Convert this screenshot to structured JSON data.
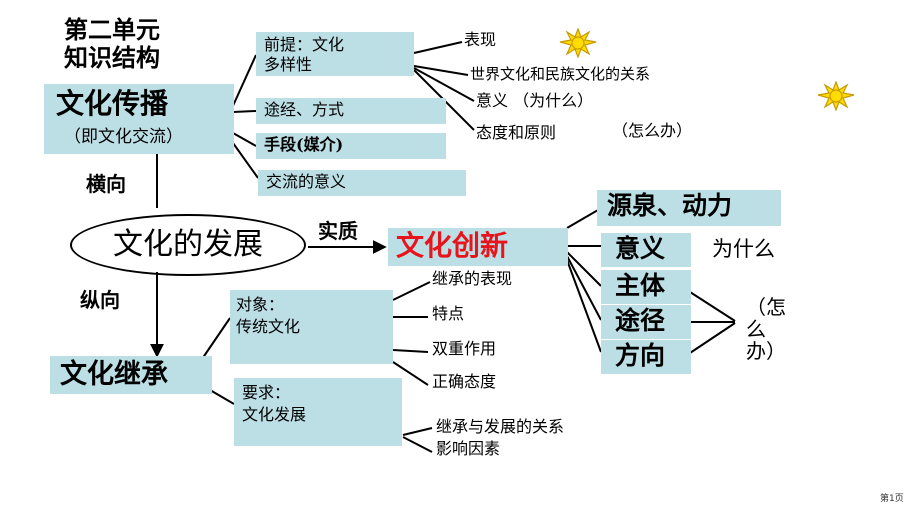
{
  "unit_title": {
    "line1": "第二单元",
    "line2": "知识结构"
  },
  "spread": {
    "title": "文化传播",
    "subtitle": "（即文化交流）",
    "items": [
      {
        "line1": "前提：文化",
        "line2": "多样性"
      },
      {
        "line1": "途经、方式"
      },
      {
        "line1": "手段(媒介)"
      },
      {
        "line1": "交流的意义"
      }
    ],
    "premise_branches": [
      "表现",
      "世界文化和民族文化的关系",
      "意义 （为什么）",
      "态度和原则"
    ],
    "how_note": "（怎么办）"
  },
  "center": {
    "label": "文化的发展"
  },
  "direction": {
    "horizontal": "横向",
    "vertical": "纵向",
    "essence": "实质"
  },
  "innovation": {
    "title": "文化创新",
    "source": "源泉、动力",
    "items": [
      "意义",
      "主体",
      "途径",
      "方向"
    ],
    "why": "为什么",
    "how": "（怎么办）"
  },
  "inherit": {
    "title": "文化继承",
    "object": {
      "line1": "对象：",
      "line2": "传统文化"
    },
    "object_branches": [
      "继承的表现",
      "特点",
      "双重作用",
      "正确态度"
    ],
    "require": {
      "line1": "要求：",
      "line2": "文化发展"
    },
    "require_branches": [
      "继承与发展的关系",
      "影响因素"
    ]
  },
  "page_number": "第1页",
  "colors": {
    "box_fill": "#bcdfe6",
    "accent_red": "#e8141c",
    "sun": "#ffdd00"
  },
  "icons": [
    "sun-icon",
    "sun-icon"
  ]
}
